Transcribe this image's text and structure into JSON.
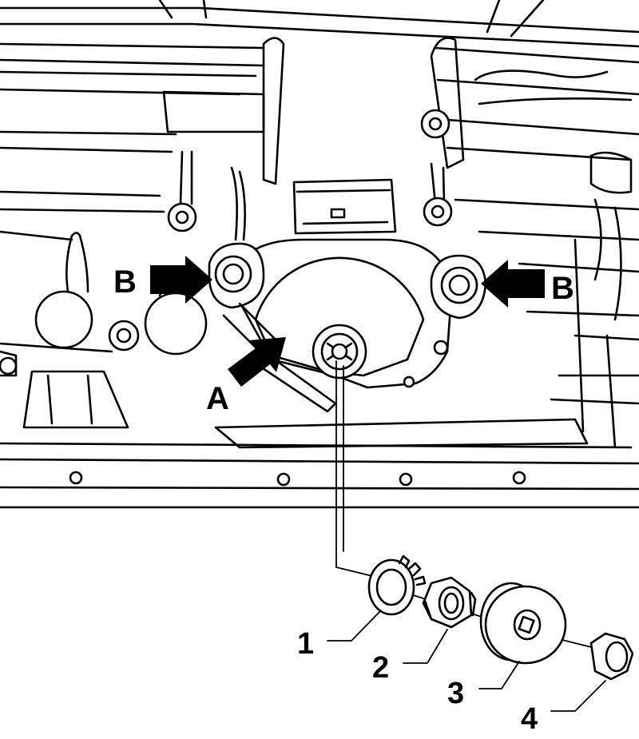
{
  "labels": {
    "arrow_a": "A",
    "arrow_b_left": "B",
    "arrow_b_right": "B"
  },
  "callouts": [
    "1",
    "2",
    "3",
    "4"
  ]
}
